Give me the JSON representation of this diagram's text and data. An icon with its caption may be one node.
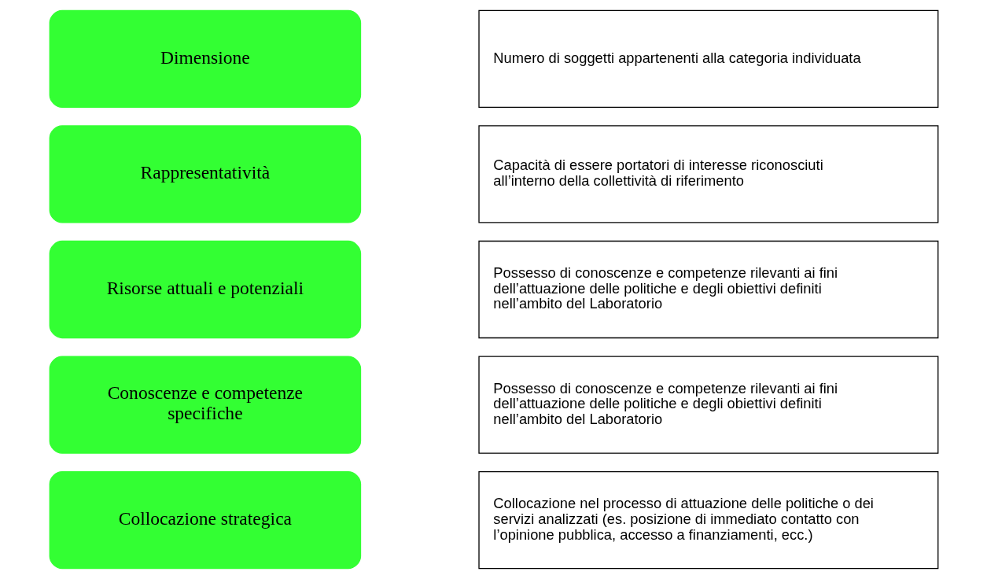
{
  "diagram": {
    "nodes": [
      {
        "text": [
          "Dimensione"
        ]
      },
      {
        "text": [
          "Rappresentatività"
        ]
      },
      {
        "text": [
          "Risorse attuali e potenziali"
        ]
      },
      {
        "text": [
          "Conoscenze e competenze specifiche"
        ]
      },
      {
        "text": [
          "Collocazione strategica"
        ]
      },
      {
        "text": [
          "Numero di soggetti appartenenti alla categoria individuata"
        ]
      },
      {
        "text": [
          "Capacità di essere portatori di interesse riconosciuti all’interno della collettività di riferimento"
        ]
      },
      {
        "text": [
          "Possesso di conoscenze e competenze rilevanti ai fini dell’attuazione delle politiche e degli obiettivi definiti nell’ambito del Laboratorio"
        ]
      },
      {
        "text": [
          "Possesso di conoscenze e competenze rilevanti ai fini dell’attuazione delle politiche e degli obiettivi definiti nell’ambito del Laboratorio"
        ]
      },
      {
        "text": [
          "Collocazione nel processo di attuazione delle politiche o dei servizi analizzati (es. posizione di immediato contatto con l’opinione pubblica, accesso a finanziamenti, ecc.)"
        ]
      }
    ]
  }
}
